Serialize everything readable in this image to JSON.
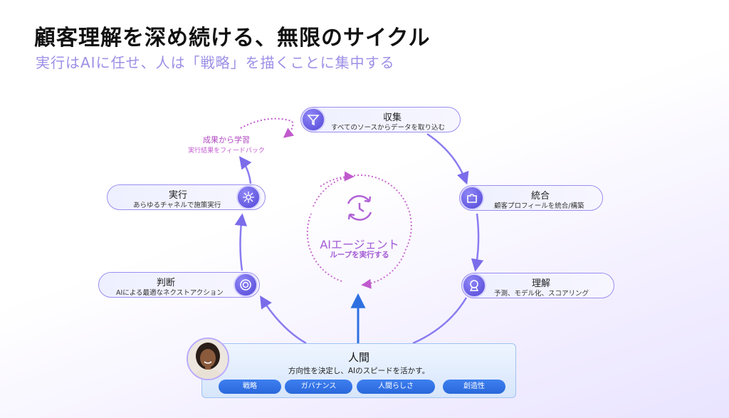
{
  "title": "顧客理解を深め続ける、無限のサイクル",
  "subtitle": "実行はAIに任せ、人は「戦略」を描くことに集中する",
  "nodes": {
    "collect": {
      "title": "収集",
      "sub": "すべてのソースからデータを取り込む",
      "icon": "funnel-icon"
    },
    "integrate": {
      "title": "統合",
      "sub": "顧客プロフィールを統合/構築",
      "icon": "puzzle-icon"
    },
    "understand": {
      "title": "理解",
      "sub": "予測、モデル化、スコアリング",
      "icon": "crystal-ball-icon"
    },
    "judge": {
      "title": "判断",
      "sub": "AIによる最適なネクストアクション",
      "icon": "target-icon"
    },
    "execute": {
      "title": "実行",
      "sub": "あらゆるチャネルで施策実行",
      "icon": "network-icon"
    }
  },
  "feedback": {
    "title": "成果から学習",
    "sub": "実行結果をフィードバック"
  },
  "center": {
    "title": "AIエージェント",
    "sub": "ループを実行する",
    "icon": "refresh-clock-icon"
  },
  "human": {
    "title": "人間",
    "sub": "方向性を決定し、AIのスピードを活かす。",
    "pills": [
      "戦略",
      "ガバナンス",
      "人間らしさ",
      "創造性"
    ]
  },
  "colors": {
    "accent": "#6b5fe8",
    "magenta": "#c05acd",
    "blue": "#2f70e0"
  }
}
